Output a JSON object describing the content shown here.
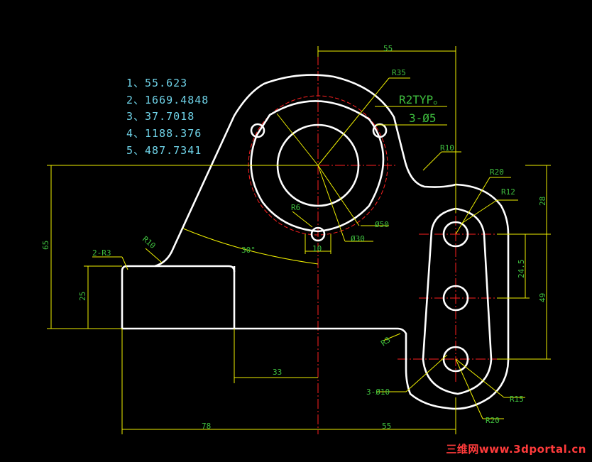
{
  "colors": {
    "background": "#000000",
    "outline": "#ffffff",
    "dimension": "#f0f000",
    "dimension_text": "#3fbf3f",
    "center_line": "#ff2020",
    "answers_text": "#6fd3e8",
    "watermark": "#ff3b3b"
  },
  "answers": [
    "1、55.623",
    "2、1669.4848",
    "3、37.7018",
    "4、1188.376",
    "5、487.7341"
  ],
  "dimensions": {
    "top_width": "55",
    "r35": "R35",
    "r2typ": "R2TYP。",
    "three_phi5": "3-Ø5",
    "r10_top": "R10",
    "r20_top": "R20",
    "r12": "R12",
    "h28": "28",
    "h65": "65",
    "r10_left": "R10",
    "two_r3": "2-R3",
    "angle30": "30°",
    "r6": "R6",
    "w10": "10",
    "phi30": "Ø30",
    "phi50": "Ø50",
    "h24_5": "24.5",
    "h49": "49",
    "h25": "25",
    "w33": "33",
    "r3": "R3",
    "three_phi10": "3-Ø10",
    "r15": "R15",
    "r20_bottom": "R20",
    "w78": "78",
    "w55_bottom": "55"
  },
  "watermark": "三维网www.3dportal.cn"
}
